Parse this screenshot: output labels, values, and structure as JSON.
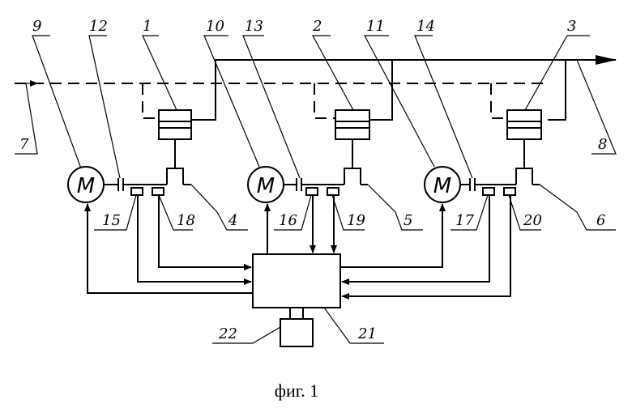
{
  "figure": {
    "caption": "фиг. 1",
    "motor_symbol": "M",
    "labels": {
      "pump_1": "1",
      "pump_2": "2",
      "pump_3": "3",
      "drive_4": "4",
      "drive_5": "5",
      "drive_6": "6",
      "inlet_7": "7",
      "outlet_8": "8",
      "motor_9": "9",
      "motor_10": "10",
      "motor_11": "11",
      "coupling_12": "12",
      "coupling_13": "13",
      "coupling_14": "14",
      "sensor_15": "15",
      "sensor_16": "16",
      "sensor_17": "17",
      "sensor_18": "18",
      "sensor_19": "19",
      "sensor_20": "20",
      "controller_21": "21",
      "unit_22": "22"
    }
  }
}
